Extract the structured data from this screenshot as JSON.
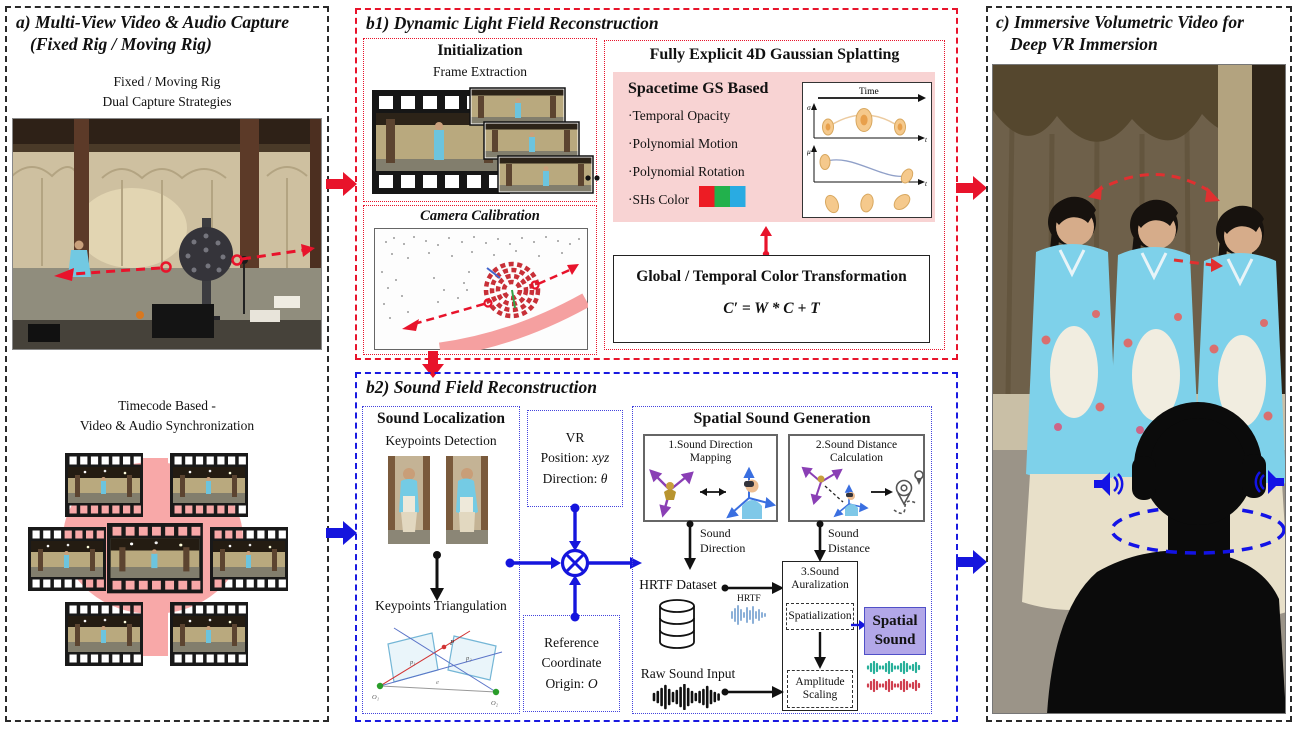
{
  "colors": {
    "red": "#e8132b",
    "blue": "#1a1ae0",
    "pink_fill": "#f8d3d3",
    "pink_band": "#f8a8a8",
    "swatch_red": "#ed1c24",
    "swatch_green": "#22b14c",
    "swatch_blue": "#29abe2",
    "spatial_sound_fill": "#b2a7e8"
  },
  "panel_a": {
    "title_line1": "a) Multi-View Video & Audio Capture",
    "title_line2": "(Fixed Rig / Moving Rig)",
    "rig_caption_line1": "Fixed / Moving Rig",
    "rig_caption_line2": "Dual Capture Strategies",
    "sync_caption_line1": "Timecode Based -",
    "sync_caption_line2": "Video & Audio Synchronization"
  },
  "panel_b1": {
    "title": "b1) Dynamic Light Field Reconstruction",
    "initialization": {
      "title": "Initialization",
      "subtitle": "Frame Extraction"
    },
    "camera_calibration": {
      "title": "Camera Calibration"
    },
    "gaussian_splatting": {
      "title": "Fully Explicit 4D Gaussian Splatting",
      "subtitle": "Spacetime GS Based",
      "bullet_1": "·Temporal Opacity",
      "bullet_2": "·Polynomial Motion",
      "bullet_3": "·Polynomial Rotation",
      "bullet_4": "·SHs Color",
      "diagram": {
        "time_label": "Time",
        "axis1": "σ",
        "axis2": "μ",
        "t_label": "t"
      }
    },
    "color_transform": {
      "title": "Global / Temporal Color Transformation",
      "formula": "C′ = W * C + T"
    }
  },
  "panel_b2": {
    "title": "b2) Sound Field Reconstruction",
    "sound_localization": {
      "title": "Sound Localization",
      "detection_label": "Keypoints Detection",
      "triangulation_label": "Keypoints Triangulation",
      "tri": {
        "P": "P",
        "p1": "p₁",
        "p2": "p₂",
        "O1": "O₁",
        "O2": "O₂",
        "e": "e"
      }
    },
    "vr_box": {
      "line1": "VR",
      "line2_label": "Position:",
      "line2_value": "xyz",
      "line3_label": "Direction:",
      "line3_value": "θ"
    },
    "reference_box": {
      "line1": "Reference",
      "line2": "Coordinate",
      "line3_label": "Origin:",
      "line3_value": "O"
    },
    "spatial_sound_generation": {
      "title": "Spatial Sound Generation",
      "box1_line1": "1.Sound Direction",
      "box1_line2": "Mapping",
      "box2_line1": "2.Sound Distance",
      "box2_line2": "Calculation",
      "sound_direction_line1": "Sound",
      "sound_direction_line2": "Direction",
      "sound_distance_line1": "Sound",
      "sound_distance_line2": "Distance",
      "hrtf_dataset_label": "HRTF Dataset",
      "hrtf_label": "HRTF",
      "auralization_line1": "3.Sound",
      "auralization_line2": "Auralization",
      "spatialization_label": "Spatialization",
      "amplitude_line1": "Amplitude",
      "amplitude_line2": "Scaling",
      "raw_sound_label": "Raw Sound Input",
      "spatial_sound_line1": "Spatial",
      "spatial_sound_line2": "Sound"
    }
  },
  "panel_c": {
    "title_line1": "c) Immersive Volumetric Video for",
    "title_line2": "Deep VR Immersion"
  }
}
